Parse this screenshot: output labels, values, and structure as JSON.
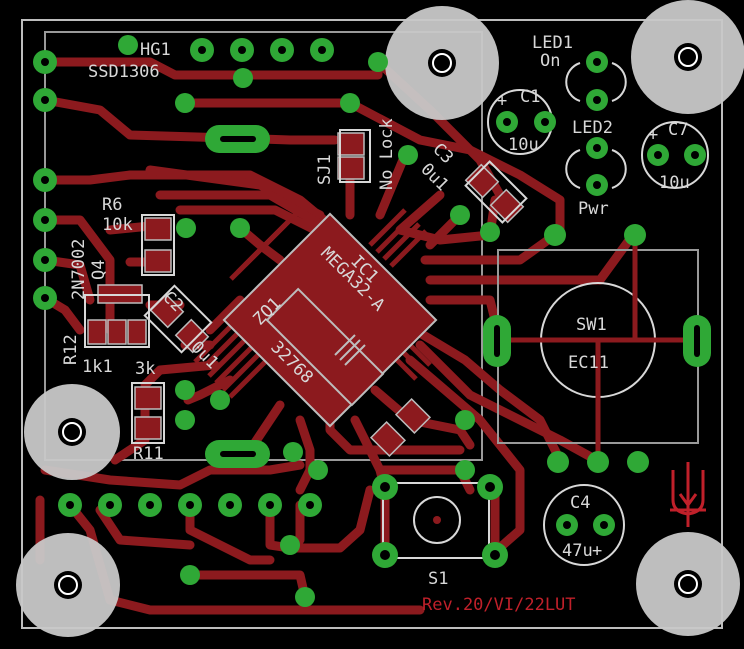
{
  "colors": {
    "background": "#000000",
    "copper": "#8c1a1e",
    "pad": "#2fa836",
    "silkscreen": "#d8d8d8",
    "mounting_hole": "#c8c8c8",
    "revision_text": "#c0202a"
  },
  "labels": {
    "hg1": "HG1",
    "ssd1306": "SSD1306",
    "led1": "LED1",
    "led1_on": "On",
    "led2": "LED2",
    "led2_pwr": "Pwr",
    "c1": "C1",
    "c1_val": "10u",
    "c7": "C7",
    "c7_val": "10u",
    "plus": "+",
    "sj1": "SJ1",
    "nolock": "No Lock",
    "c3": "C3",
    "c3_val": "0u1",
    "r6": "R6",
    "r6_val": "10k",
    "q4_part": "2N7002",
    "q4": "Q4",
    "ic1": "IC1",
    "ic1_part": "MEGA32-A",
    "c2": "C2",
    "c2_val": "0u1",
    "zq1": "ZQ1",
    "zq1_val": "32768",
    "r12": "R12",
    "r12_val": "1k1",
    "r11_val": "3k",
    "r11": "R11",
    "sw1": "SW1",
    "sw1_part": "EC11",
    "c4": "C4",
    "c4_val": "47u",
    "s1": "S1",
    "revision": "Rev.20/VI/22LUT"
  }
}
